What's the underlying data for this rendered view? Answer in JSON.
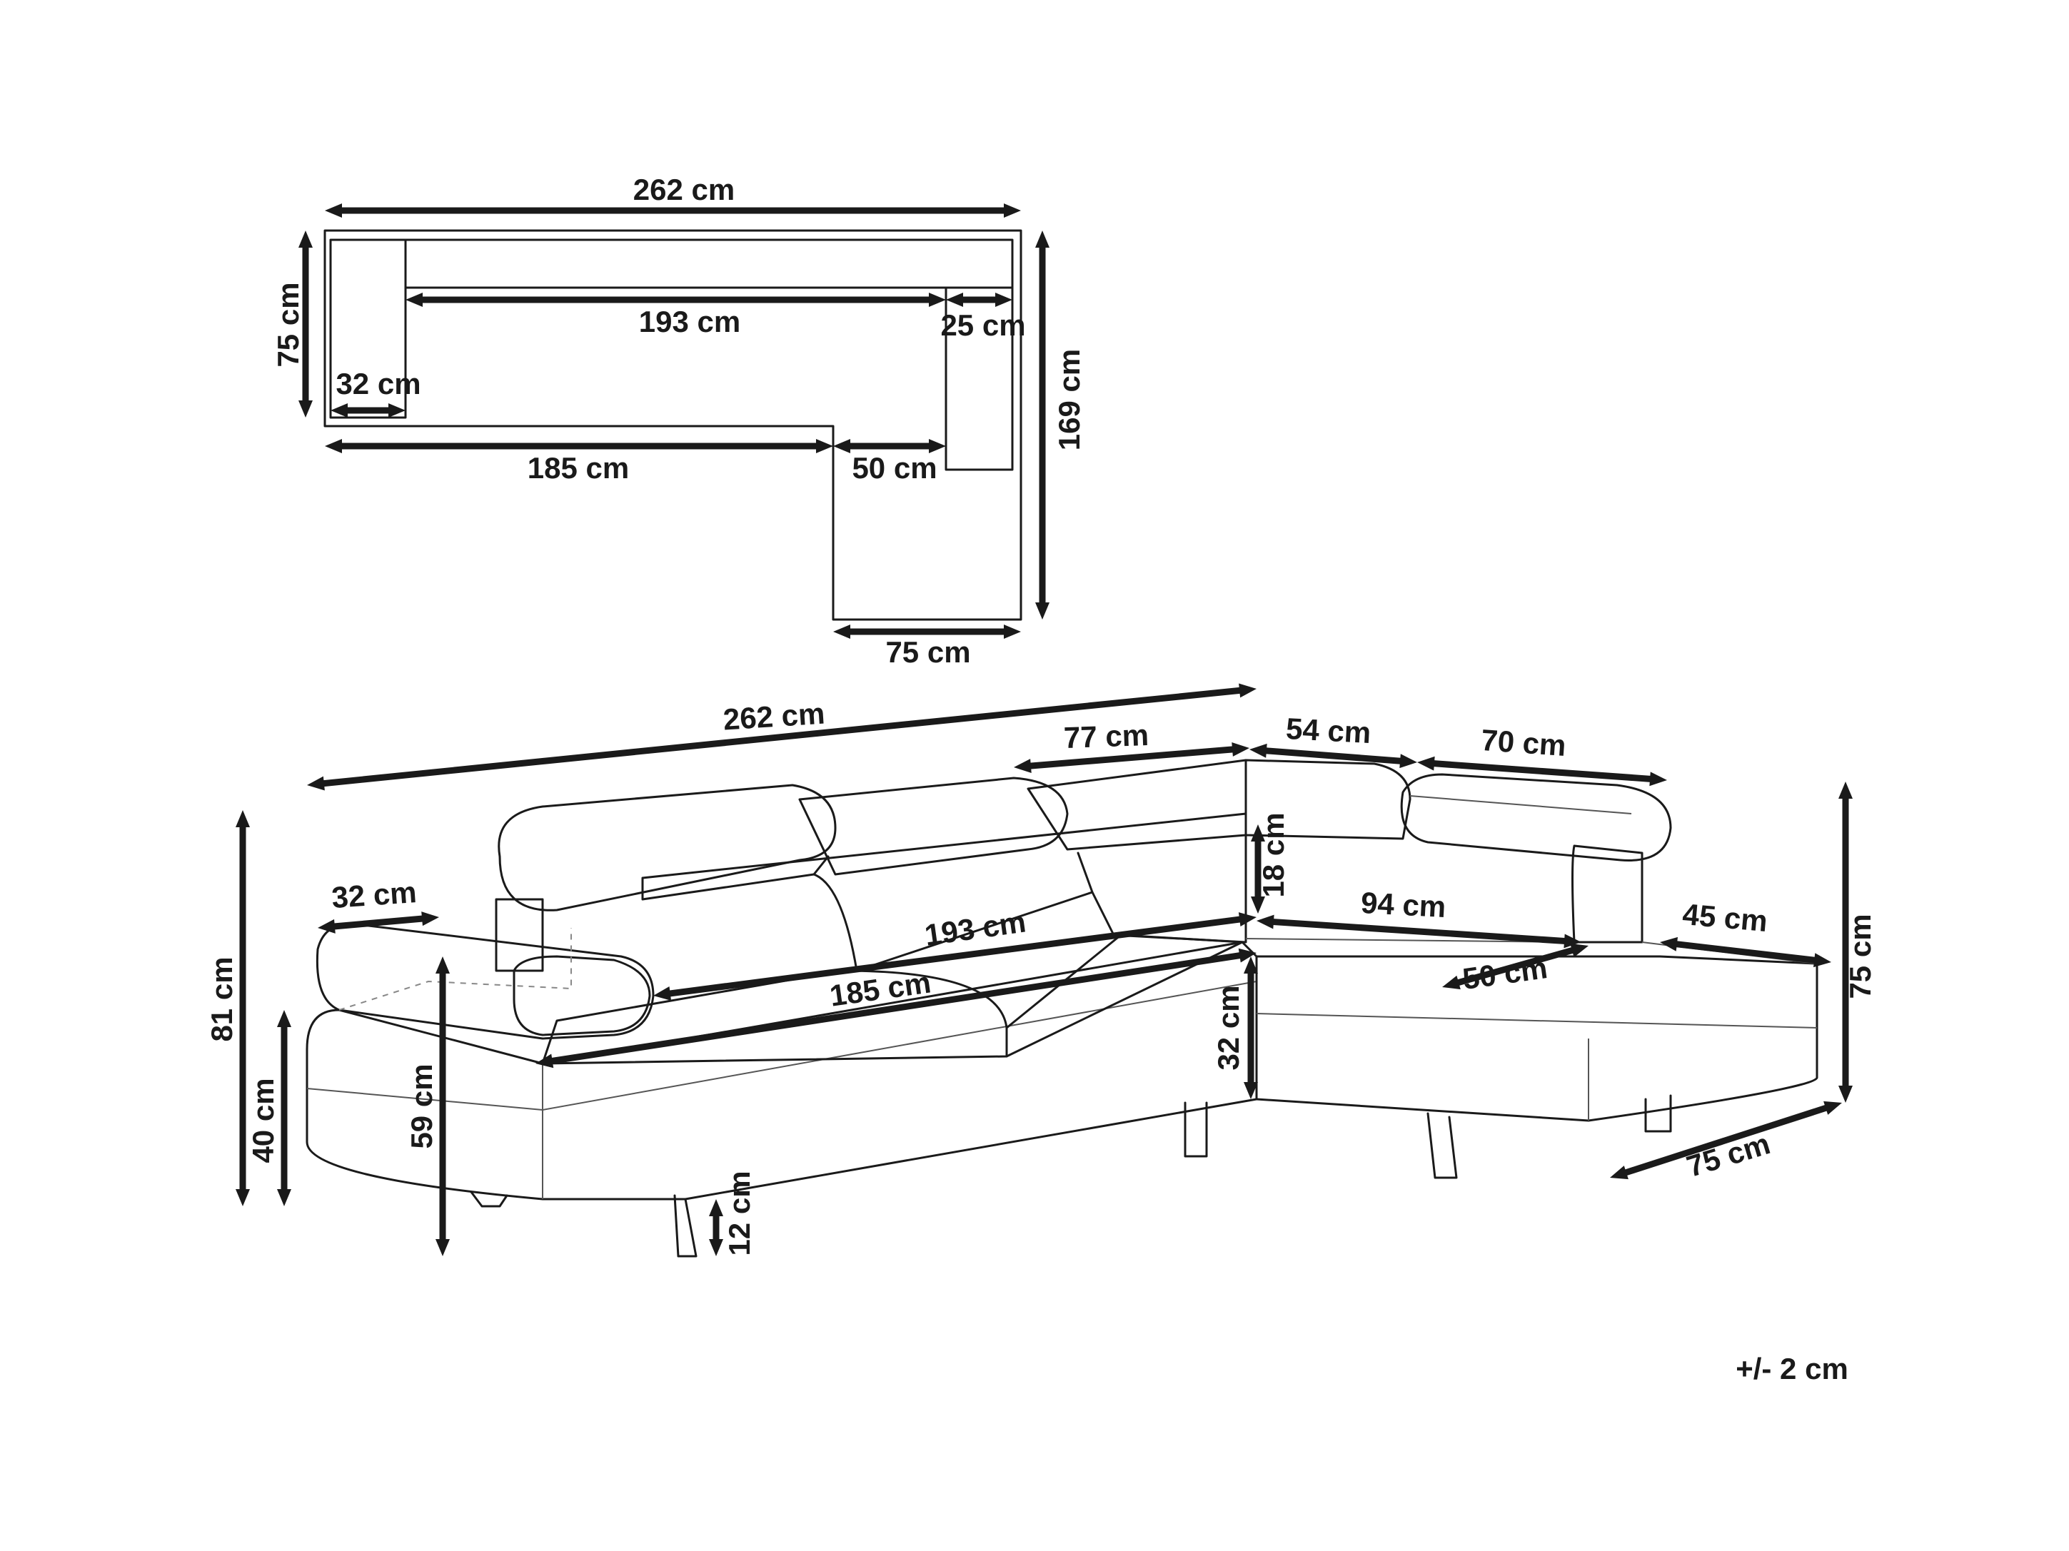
{
  "top_view": {
    "overall_width": "262 cm",
    "inner_seat_width": "193 cm",
    "backrest_depth": "25 cm",
    "depth_left": "75 cm",
    "overall_depth_right": "169 cm",
    "armrest_width": "32 cm",
    "seat_length_front": "185 cm",
    "corner_seat_depth": "50 cm",
    "chaise_width": "75 cm"
  },
  "perspective_view": {
    "overall_width": "262 cm",
    "back_section_77": "77 cm",
    "back_section_54": "54 cm",
    "headrest_70": "70 cm",
    "armrest_32": "32 cm",
    "seat_width_193": "193 cm",
    "seat_length_185": "185 cm",
    "headrest_height_18": "18 cm",
    "chaise_seat_94": "94 cm",
    "chaise_depth_50": "50 cm",
    "chaise_arm_45": "45 cm",
    "chaise_height_75": "75 cm",
    "chaise_width_75": "75 cm",
    "total_height_81": "81 cm",
    "seat_height_40": "40 cm",
    "arm_height_59": "59 cm",
    "cushion_height_32": "32 cm",
    "leg_height_12": "12 cm"
  },
  "tolerance": "+/- 2 cm"
}
